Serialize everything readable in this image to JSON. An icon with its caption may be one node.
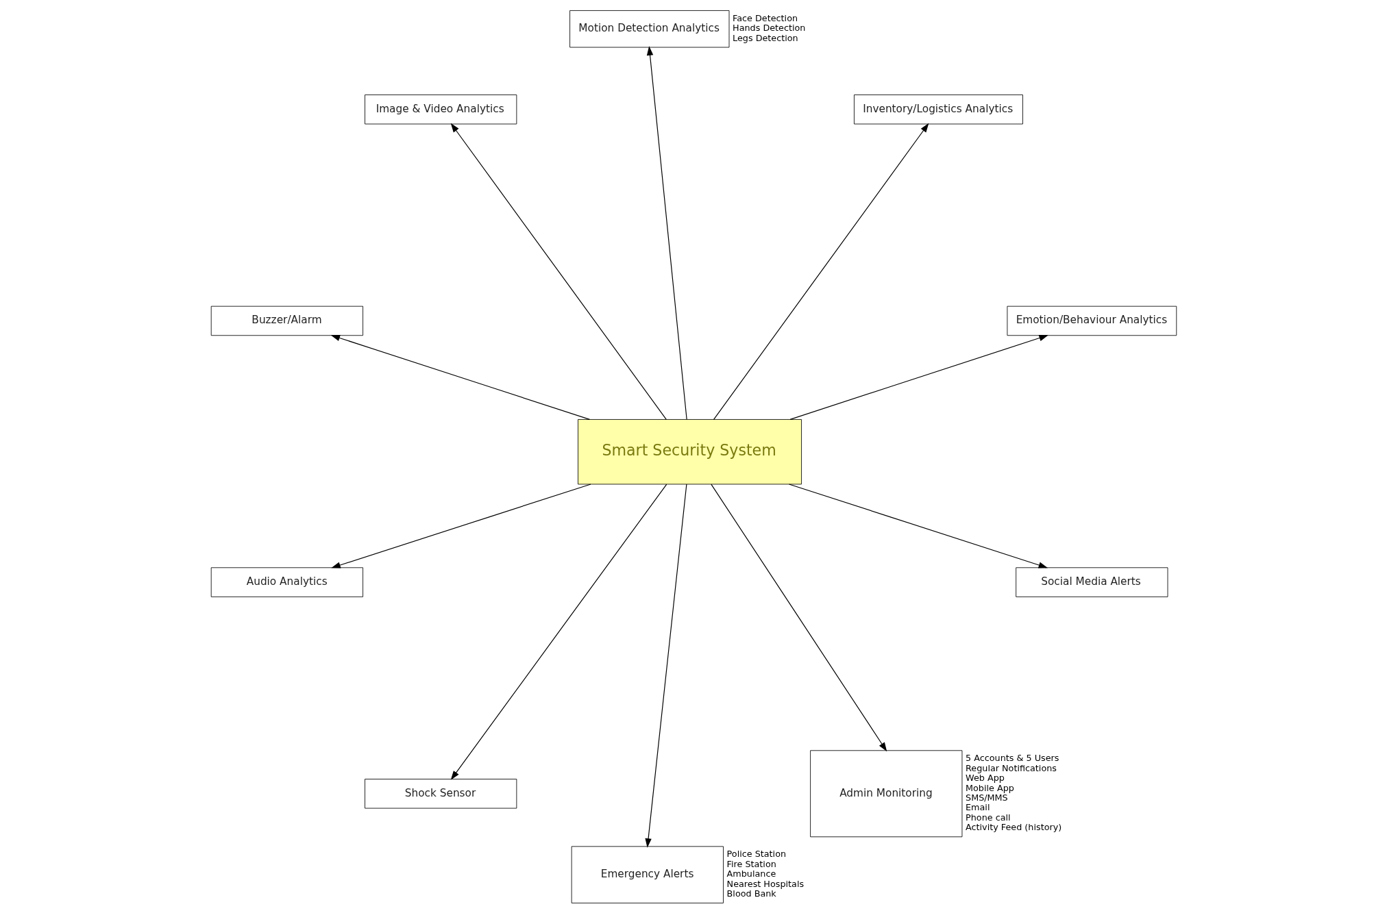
{
  "diagram": {
    "nodes": [
      {
        "text": [
          "Emotion/Behaviour Analytics"
        ]
      },
      {
        "text": [
          "Inventory/Logistics Analytics"
        ]
      },
      {
        "text": [
          "Motion Detection Analytics"
        ],
        "beside": [
          "Face Detection",
          "Hands Detection",
          "Legs Detection"
        ]
      },
      {
        "text": [
          "Image & Video Analytics"
        ]
      },
      {
        "text": [
          "Smart Security System"
        ]
      },
      {
        "text": [
          "Buzzer/Alarm"
        ]
      },
      {
        "text": [
          "Audio Analytics"
        ]
      },
      {
        "text": [
          "Shock Sensor"
        ]
      },
      {
        "text": [
          "Emergency Alerts"
        ],
        "beside": [
          "Police Station",
          "Fire Station",
          "Ambulance",
          "Nearest Hospitals",
          "Blood Bank"
        ]
      },
      {
        "text": [
          "Admin Monitoring"
        ],
        "beside": [
          "5 Accounts & 5 Users",
          "Regular Notifications",
          "Web App",
          "Mobile App",
          "SMS/MMS",
          "Email",
          "Phone call",
          "Activity Feed (history)"
        ]
      },
      {
        "text": [
          "Social Media Alerts"
        ]
      }
    ],
    "edges": [
      {
        "from": 4,
        "to": 0,
        "arrow": "to"
      },
      {
        "from": 4,
        "to": 1,
        "arrow": "to"
      },
      {
        "from": 4,
        "to": 2,
        "arrow": "to"
      },
      {
        "from": 4,
        "to": 3,
        "arrow": "to"
      },
      {
        "from": 4,
        "to": 5,
        "arrow": "to"
      },
      {
        "from": 4,
        "to": 6,
        "arrow": "to"
      },
      {
        "from": 4,
        "to": 7,
        "arrow": "to"
      },
      {
        "from": 4,
        "to": 8,
        "arrow": "to"
      },
      {
        "from": 4,
        "to": 9,
        "arrow": "to"
      },
      {
        "from": 4,
        "to": 10,
        "arrow": "to"
      }
    ]
  }
}
